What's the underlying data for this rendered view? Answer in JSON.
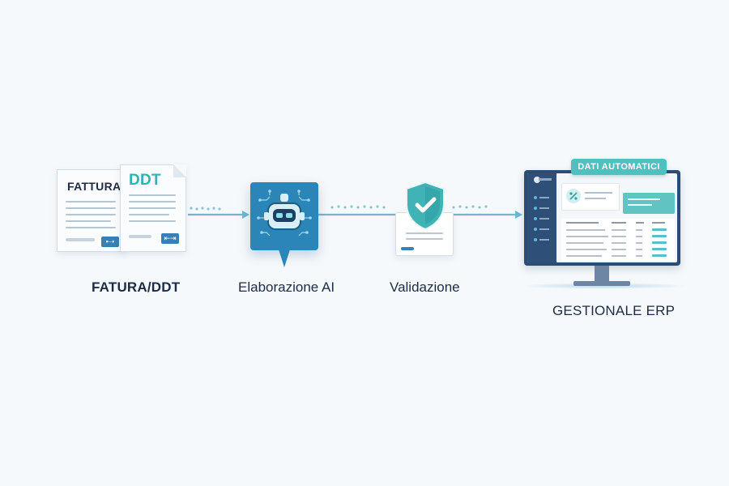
{
  "doc_stage": {
    "label": "FATURA/DDT",
    "doc_a_title": "FATTURA",
    "doc_b_title": "DDT",
    "btn_glyph": "▪➝",
    "btn_glyph_b": "⇤⇥"
  },
  "ai_stage": {
    "label": "Elaborazione AI",
    "icon": "robot-icon"
  },
  "validation_stage": {
    "label": "Validazione",
    "icon": "shield-check-icon"
  },
  "erp_stage": {
    "label": "GESTIONALE ERP",
    "badge": "DATI AUTOMATICI",
    "icon": "monitor-icon"
  },
  "colors": {
    "navy": "#1d2c44",
    "blue": "#2b86b7",
    "teal": "#4fbfbf",
    "connector": "#6fb7d2"
  }
}
